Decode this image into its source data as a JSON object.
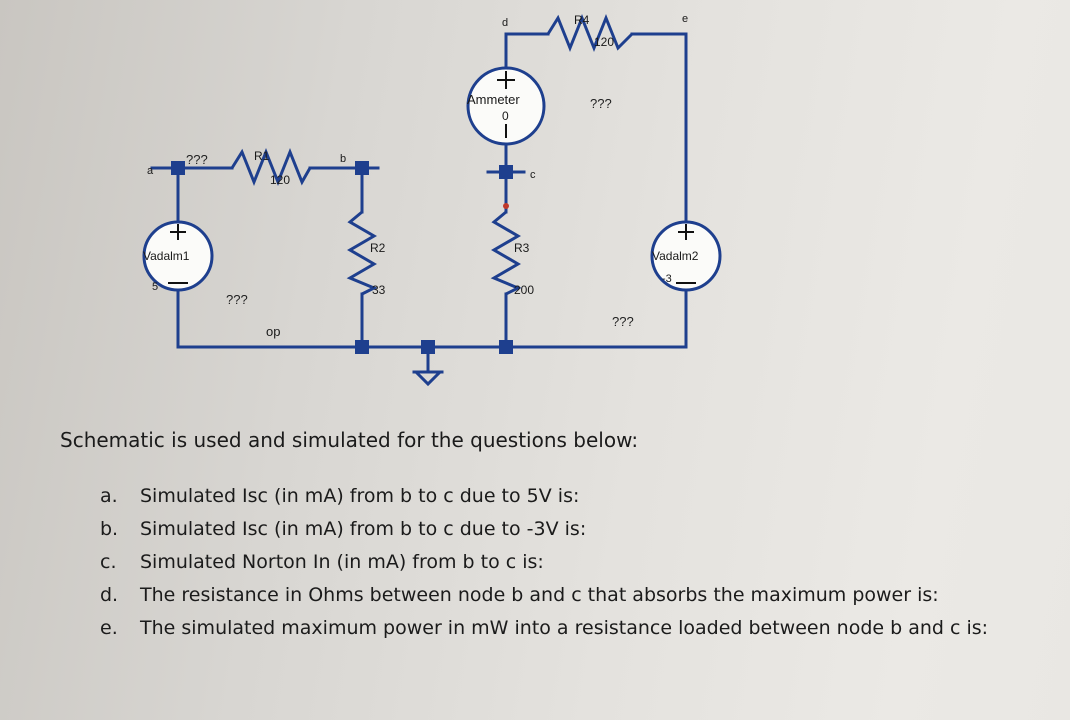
{
  "schematic": {
    "sources": {
      "v1": {
        "name": "Vadalm1",
        "value": "5"
      },
      "v2": {
        "name": "Vadalm2",
        "value": "-3"
      },
      "ammeter": {
        "name": "Ammeter",
        "value": "0"
      }
    },
    "resistors": {
      "r1": {
        "name": "R1",
        "value": "120"
      },
      "r2": {
        "name": "R2",
        "value": "33"
      },
      "r3": {
        "name": "R3",
        "value": "200"
      },
      "r4": {
        "name": "R4",
        "value": "120"
      }
    },
    "nodes": {
      "a": "a",
      "b": "b",
      "c": "c",
      "d": "d",
      "e": "e",
      "op": "op"
    },
    "unknown_marker": "???",
    "colors": {
      "wire": "#1e3f8e",
      "node_dot": "#c0392b"
    }
  },
  "document": {
    "heading": "Schematic is used and simulated for the questions below:",
    "questions": [
      {
        "letter": "a.",
        "text": "Simulated Isc (in mA) from b to c due to 5V is:"
      },
      {
        "letter": "b.",
        "text": "Simulated Isc (in mA) from b to c due to -3V is:"
      },
      {
        "letter": "c.",
        "text": "Simulated Norton In (in mA) from b to c is:"
      },
      {
        "letter": "d.",
        "text": "The resistance in Ohms between node b and c that absorbs the maximum power is:"
      },
      {
        "letter": "e.",
        "text": "The simulated maximum power in mW into a resistance loaded between node b and c is:"
      }
    ]
  }
}
